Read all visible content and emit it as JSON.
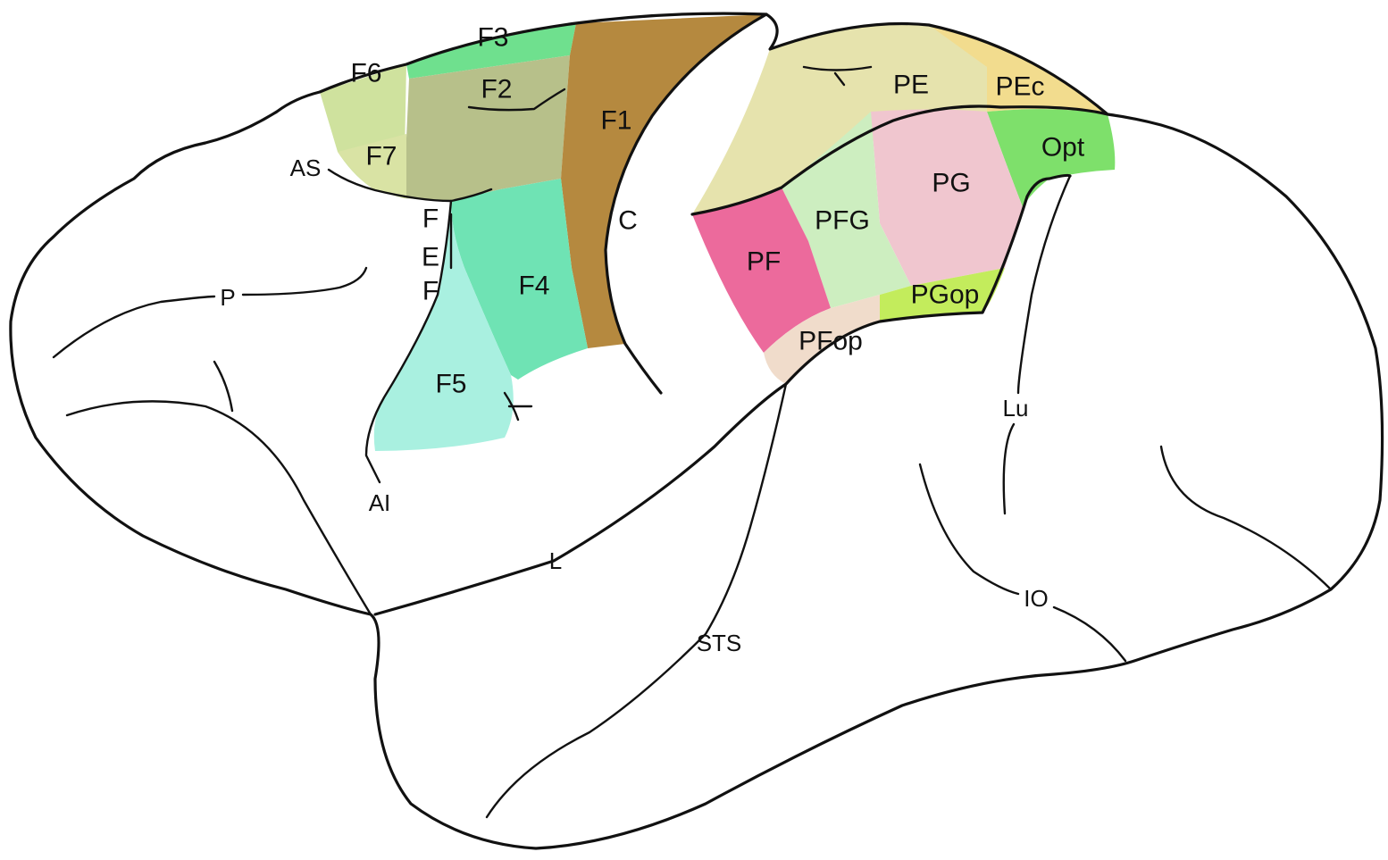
{
  "colors": {
    "F1": "#b5893f",
    "F2": "#b7c08a",
    "F3": "#6fe08e",
    "F4": "#6fe3b4",
    "F5": "#a9f0e0",
    "F6": "#cfe29e",
    "F7": "#d9e3a4",
    "PE": "#e6e3ad",
    "PEc": "#f2dc8e",
    "Opt": "#7ee06b",
    "PG": "#f0c6cf",
    "PFG": "#cdeec0",
    "PF": "#ec6a9c",
    "PGop": "#c3ec5c",
    "PFop": "#f0dccb"
  },
  "areas": {
    "F1": "F1",
    "F2": "F2",
    "F3": "F3",
    "F4": "F4",
    "F5": "F5",
    "F6": "F6",
    "F7": "F7",
    "PE": "PE",
    "PEc": "PEc",
    "Opt": "Opt",
    "PG": "PG",
    "PFG": "PFG",
    "PF": "PF",
    "PGop": "PGop",
    "PFop": "PFop"
  },
  "sulci": {
    "AS": "AS",
    "FEF_1": "F",
    "FEF_2": "E",
    "FEF_3": "F",
    "C": "C",
    "P": "P",
    "AI": "AI",
    "L": "L",
    "STS": "STS",
    "Lu": "Lu",
    "IO": "IO"
  }
}
